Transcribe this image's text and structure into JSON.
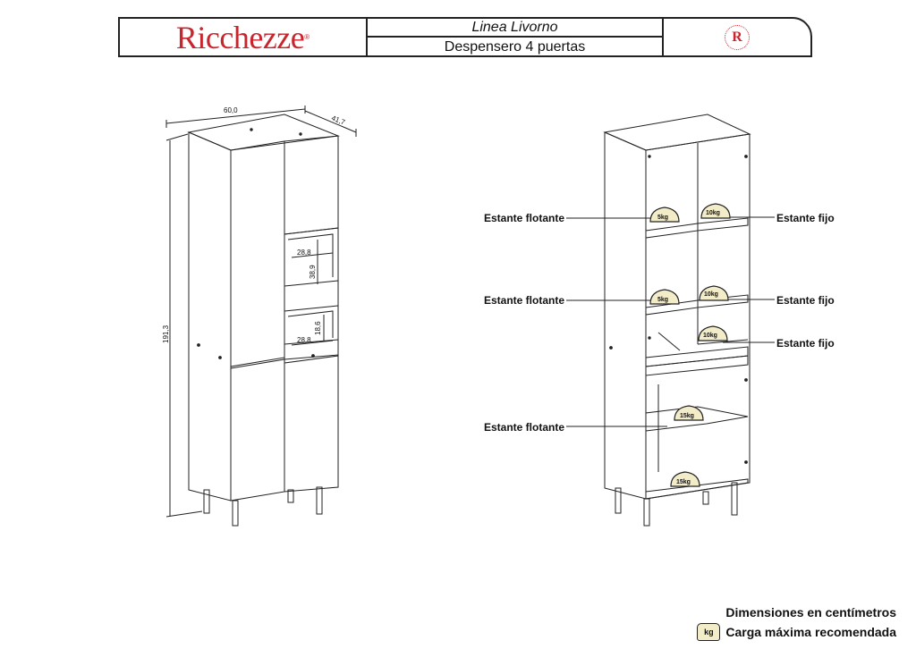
{
  "header": {
    "brand": "Ricchezze",
    "trademark": "®",
    "line_name": "Linea Livorno",
    "product_name": "Despensero 4 puertas",
    "seal_letter": "R"
  },
  "dimensions": {
    "width": "60,0",
    "depth": "41,7",
    "height": "191,3",
    "niche_upper_depth": "28,8",
    "niche_upper_height": "38,9",
    "niche_lower_height": "18,6",
    "niche_lower_depth": "28,8"
  },
  "callouts": {
    "left_1": "Estante flotante",
    "left_2": "Estante flotante",
    "left_3": "Estante flotante",
    "right_1": "Estante fijo",
    "right_2": "Estante fijo",
    "right_3": "Estante fijo"
  },
  "weights": {
    "w1": "5kg",
    "w2": "10kg",
    "w3": "5kg",
    "w4": "10kg",
    "w5": "10kg",
    "w6": "15kg",
    "w7": "15kg"
  },
  "footer": {
    "units_note": "Dimensiones en centímetros",
    "legend_badge": "kg",
    "legend_text": "Carga máxima recomendada"
  },
  "colors": {
    "brand_red": "#c8262f",
    "badge_fill": "#f3ecc8",
    "line": "#222222"
  }
}
